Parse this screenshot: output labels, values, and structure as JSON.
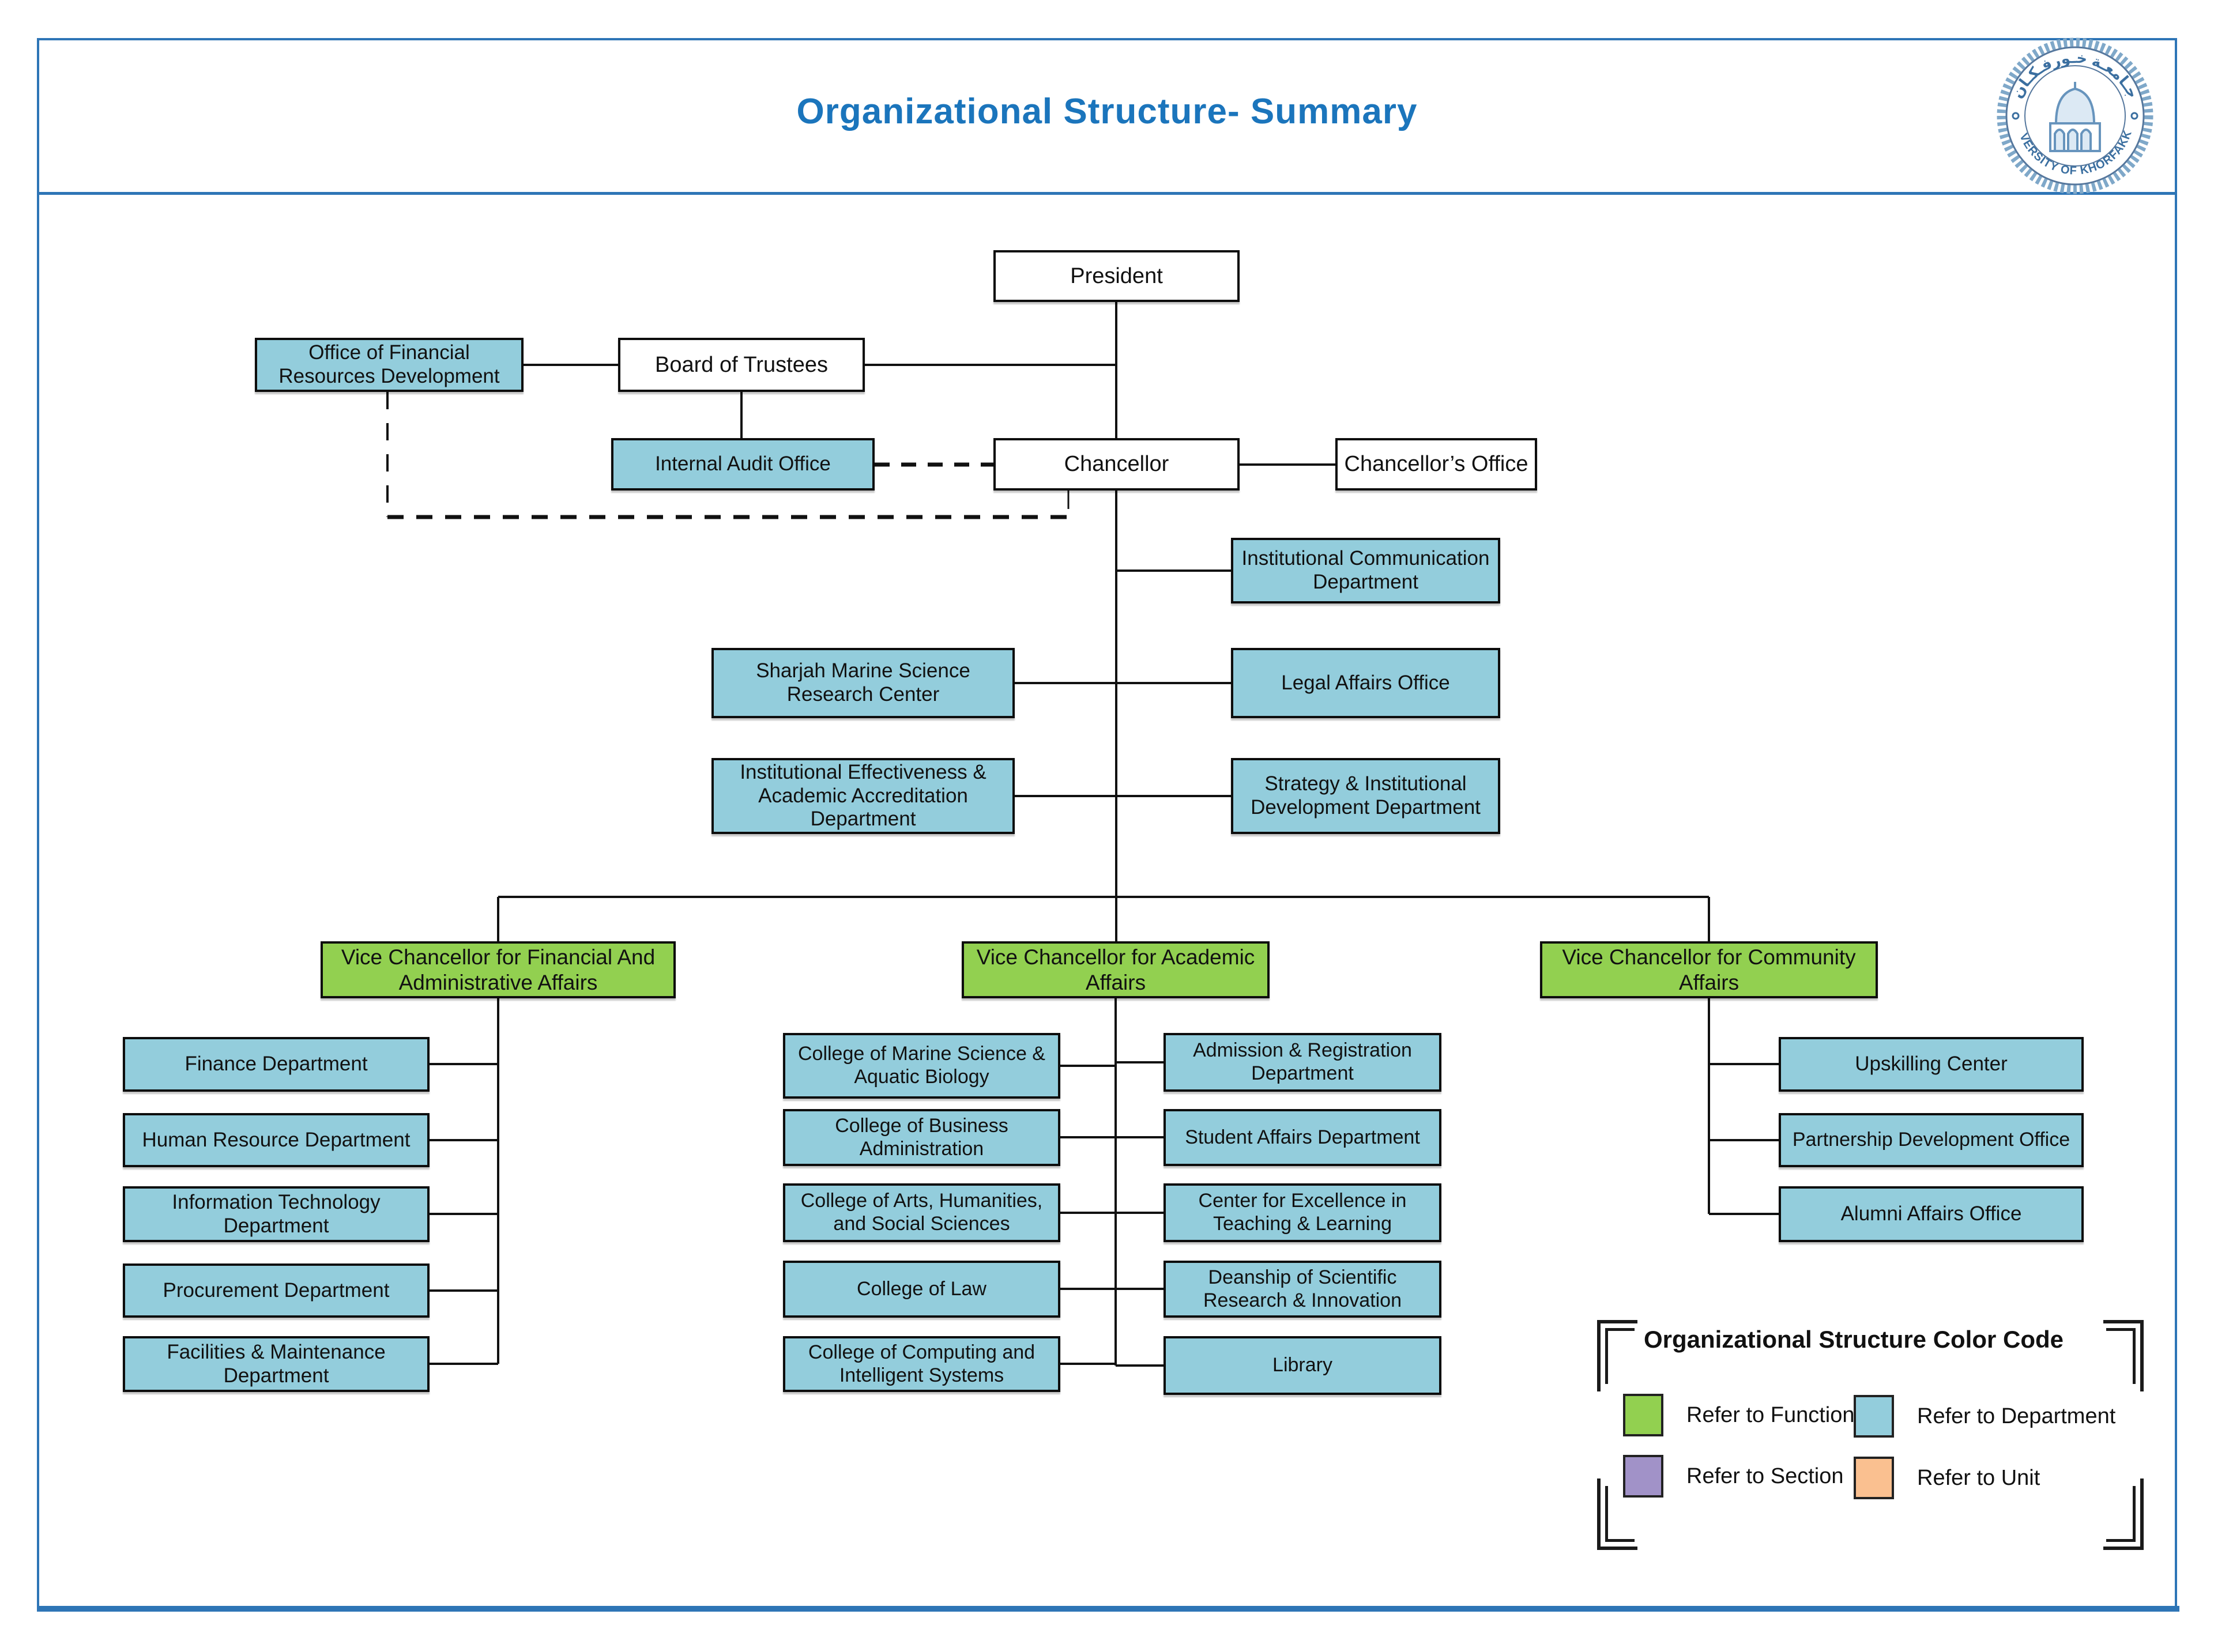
{
  "header": {
    "title": "Organizational Structure- Summary"
  },
  "logo": {
    "name_en": "UNIVERSITY OF KHORFAKKAN",
    "name_ar": "جـامعـة خـورفـكـان"
  },
  "chart": {
    "president": "President",
    "board_of_trustees": "Board of Trustees",
    "office_financial_resources": "Office of Financial Resources Development",
    "internal_audit": "Internal Audit Office",
    "chancellor": "Chancellor",
    "chancellors_office": "Chancellor’s Office",
    "institutional_communication": "Institutional Communication Department",
    "sharjah_marine": "Sharjah Marine Science Research Center",
    "legal_affairs": "Legal Affairs Office",
    "institutional_effectiveness": "Institutional Effectiveness & Academic Accreditation Department",
    "strategy_development": "Strategy & Institutional Development Department",
    "vc_financial": "Vice Chancellor for Financial And Administrative Affairs",
    "vc_academic": "Vice Chancellor for Academic Affairs",
    "vc_community": "Vice Chancellor for Community Affairs",
    "financial_departments": [
      "Finance Department",
      "Human Resource Department",
      "Information Technology Department",
      "Procurement Department",
      "Facilities & Maintenance Department"
    ],
    "academic_colleges": [
      "College of Marine Science & Aquatic Biology",
      "College of Business Administration",
      "College of Arts, Humanities, and Social Sciences",
      "College of Law",
      "College of Computing and Intelligent Systems"
    ],
    "academic_departments": [
      "Admission & Registration Department",
      "Student Affairs Department",
      "Center for Excellence in Teaching & Learning",
      "Deanship of Scientific Research & Innovation",
      "Library"
    ],
    "community_offices": [
      "Upskilling Center",
      "Partnership Development Office",
      "Alumni Affairs Office"
    ]
  },
  "legend": {
    "title": "Organizational Structure Color Code",
    "items": [
      {
        "label": "Refer to Function",
        "color": "#92D050"
      },
      {
        "label": "Refer to Department",
        "color": "#93CDDC"
      },
      {
        "label": "Refer to Section",
        "color": "#A192C8"
      },
      {
        "label": "Refer to Unit",
        "color": "#FAC090"
      }
    ]
  },
  "colors": {
    "department_fill": "#93CDDC",
    "function_fill": "#92D050",
    "title": "#1B75BC",
    "frame": "#2E75B6"
  }
}
